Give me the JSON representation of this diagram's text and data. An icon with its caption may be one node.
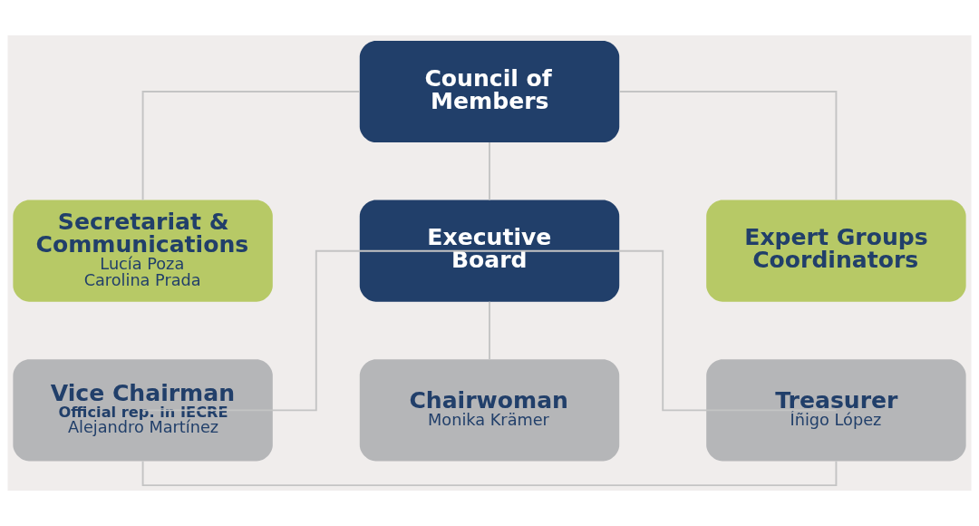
{
  "diagram": {
    "nodes": [
      {
        "text": [
          "Council of Members"
        ]
      },
      {
        "text": [
          "Secretariat & Communications",
          "Lucía Poza",
          "Carolina Prada"
        ]
      },
      {
        "text": [
          "Executive Board"
        ]
      },
      {
        "text": [
          "Expert Groups Coordinators"
        ]
      },
      {
        "text": [
          "Vice Chairman",
          "Official rep. in IECRE",
          "Alejandro Martínez"
        ]
      },
      {
        "text": [
          "Chairwoman",
          "Monika Krämer"
        ]
      },
      {
        "text": [
          "Treasurer",
          "Íñigo López"
        ]
      }
    ],
    "edges": [
      {
        "from": 0,
        "to": 1,
        "arrow": "none"
      },
      {
        "from": 0,
        "to": 2,
        "arrow": "none"
      },
      {
        "from": 0,
        "to": 3,
        "arrow": "none"
      },
      {
        "from": 2,
        "to": 4,
        "arrow": "none"
      },
      {
        "from": 2,
        "to": 5,
        "arrow": "none"
      },
      {
        "from": 2,
        "to": 6,
        "arrow": "none"
      },
      {
        "from": 4,
        "to": 6,
        "arrow": "none"
      }
    ]
  }
}
